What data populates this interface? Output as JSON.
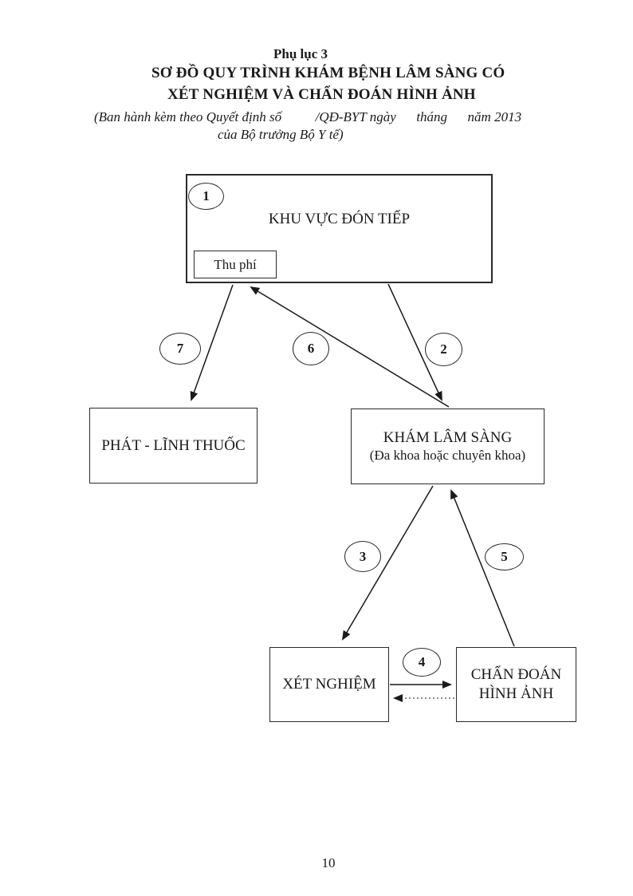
{
  "page": {
    "appendix_label": "Phụ lục 3",
    "title_line1": "SƠ ĐỒ QUY TRÌNH KHÁM BỆNH LÂM SÀNG CÓ",
    "title_line2": "XÉT NGHIỆM VÀ CHẨN ĐOÁN HÌNH ẢNH",
    "subtitle_line1": "(Ban hành kèm theo Quyết định số          /QĐ-BYT ngày      tháng      năm 2013",
    "subtitle_line2": "của Bộ trưởng Bộ Y tế)",
    "page_number": "10"
  },
  "diagram": {
    "reception": {
      "step": "1",
      "label": "KHU VỰC ĐÓN TIẾP",
      "fee_label": "Thu phí"
    },
    "pharmacy": {
      "label": "PHÁT - LĨNH THUỐC"
    },
    "clinical": {
      "label": "KHÁM LÂM SÀNG",
      "sublabel": "(Đa khoa hoặc chuyên khoa)"
    },
    "lab": {
      "label": "XÉT NGHIỆM"
    },
    "imaging": {
      "label_line1": "CHẨN ĐOÁN",
      "label_line2": "HÌNH ẢNH"
    },
    "steps": {
      "s2": "2",
      "s3": "3",
      "s4": "4",
      "s5": "5",
      "s6": "6",
      "s7": "7"
    },
    "line_color": "#1a1a1a"
  }
}
